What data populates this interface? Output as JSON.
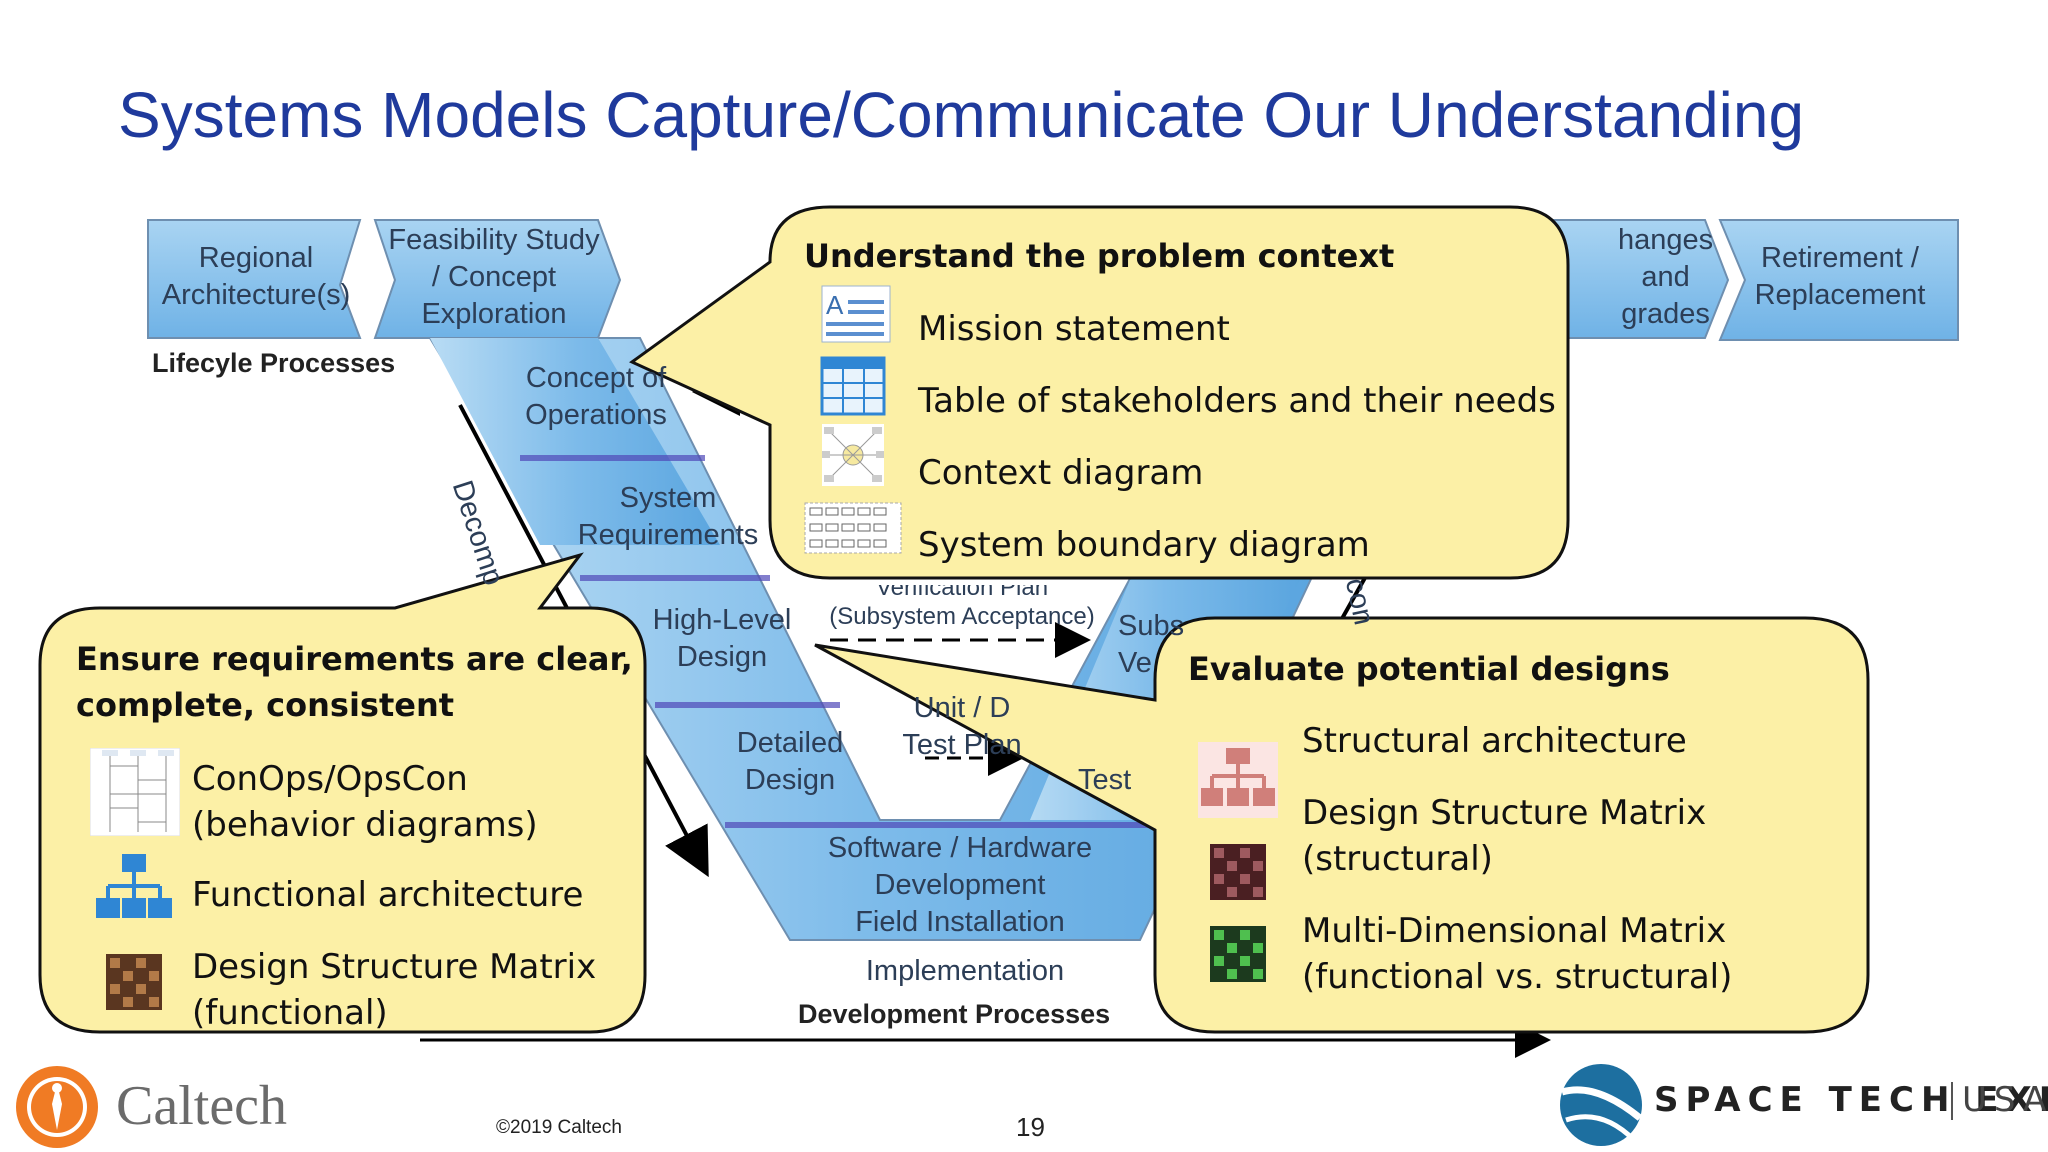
{
  "slide": {
    "title": "Systems Models Capture/Communicate Our Understanding",
    "page_number": "19",
    "copyright": "©2019 Caltech"
  },
  "vmodel": {
    "regional": [
      "Regional",
      "Architecture(s)"
    ],
    "feasibility": [
      "Feasibility Study",
      "/ Concept",
      "Exploration"
    ],
    "lifecycle": "Lifecyle Processes",
    "conops": [
      "Concept of",
      "Operations"
    ],
    "sysreq": [
      "System",
      "Requirements"
    ],
    "hld": [
      "High-Level",
      "Design"
    ],
    "detailed": [
      "Detailed",
      "Design"
    ],
    "swhw": [
      "Software / Hardware",
      "Development",
      "Field Installation"
    ],
    "implementation": "Implementation",
    "devproc": "Development Processes",
    "changes": [
      "hanges",
      "and",
      "grades"
    ],
    "retirement": [
      "Retirement /",
      "Replacement"
    ],
    "decomp": "Decomp",
    "verification_plan": "Verification Plan",
    "subsystem_acceptance": "(Subsystem Acceptance)",
    "subs": [
      "Subs",
      "Ve"
    ],
    "unit_test": [
      "Unit / D",
      "Test Plan"
    ],
    "test": "Test",
    "con": "con"
  },
  "callouts": {
    "problem": {
      "heading": "Understand the problem context",
      "items": [
        "Mission statement",
        "Table of stakeholders and their needs",
        "Context diagram",
        "System boundary diagram"
      ]
    },
    "requirements": {
      "heading": [
        "Ensure requirements are clear,",
        "complete, consistent"
      ],
      "items": [
        "ConOps/OpsCon",
        "(behavior diagrams)",
        "Functional architecture",
        "Design Structure Matrix",
        "(functional)"
      ]
    },
    "designs": {
      "heading": "Evaluate potential designs",
      "items": [
        "Structural architecture",
        "Design Structure Matrix",
        "(structural)",
        "Multi-Dimensional Matrix",
        "(functional vs. structural)"
      ]
    }
  },
  "logos": {
    "caltech": "Caltech",
    "expo_name": "SPACE TECH EXPO",
    "expo_region": "USA"
  },
  "colors": {
    "title": "#1f3a9c",
    "callout_fill": "#fcf0a6",
    "v_blue": "#8ec8ee",
    "caltech_orange": "#f07b24",
    "expo_blue": "#1d6fa0"
  }
}
